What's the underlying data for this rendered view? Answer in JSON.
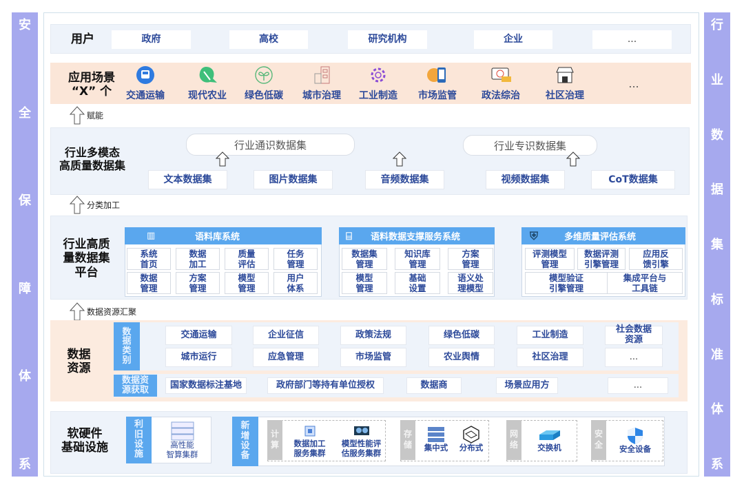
{
  "left_bar": [
    "安",
    "全",
    "保",
    "障",
    "体",
    "系"
  ],
  "right_bar": [
    "行",
    "业",
    "数",
    "据",
    "集",
    "标",
    "准",
    "体",
    "系"
  ],
  "users": {
    "label": "用户",
    "items": [
      "政府",
      "高校",
      "研究机构",
      "企业",
      "..."
    ]
  },
  "scenarios": {
    "label_line1": "应用场景",
    "label_line2": "“X” 个",
    "items": [
      {
        "label": "交通运输",
        "icon": "bus-icon"
      },
      {
        "label": "现代农业",
        "icon": "leaf-icon"
      },
      {
        "label": "绿色低碳",
        "icon": "sprout-icon"
      },
      {
        "label": "城市治理",
        "icon": "building-icon"
      },
      {
        "label": "工业制造",
        "icon": "gear-icon"
      },
      {
        "label": "市场监管",
        "icon": "globe-phone-icon"
      },
      {
        "label": "政法综治",
        "icon": "target-monitor-icon"
      },
      {
        "label": "社区治理",
        "icon": "shop-icon"
      }
    ],
    "more": "..."
  },
  "arrows": {
    "empower": "赋能",
    "classify": "分类加工",
    "aggregate": "数据资源汇聚"
  },
  "datasets": {
    "label_line1": "行业多模态",
    "label_line2": "高质量数据集",
    "general": "行业通识数据集",
    "special": "行业专识数据集",
    "items": [
      "文本数据集",
      "图片数据集",
      "音频数据集",
      "视频数据集",
      "CoT数据集"
    ]
  },
  "platform": {
    "label": [
      "行业高质",
      "量数据集",
      "平台"
    ],
    "corpus": {
      "title": "语料库系统",
      "cells": [
        "系统\n首页",
        "数据\n加工",
        "质量\n评估",
        "任务\n管理",
        "数据\n管理",
        "方案\n管理",
        "模型\n管理",
        "用户\n体系"
      ]
    },
    "support": {
      "title": "语料数据支撑服务系统",
      "cells": [
        "数据集\n管理",
        "知识库\n管理",
        "方案\n管理",
        "模型\n管理",
        "基础\n设置",
        "语义处\n理模型"
      ]
    },
    "quality": {
      "title": "多维质量评估系统",
      "cells": [
        "评测模型\n管理",
        "数据评测\n引擎管理",
        "应用反\n馈引擎",
        "模型验证\n引擎管理",
        "集成平台与\n工具链"
      ]
    }
  },
  "resources": {
    "label_line1": "数据",
    "label_line2": "资源",
    "category_label": "数\n据\n类\n别",
    "categories": [
      "交通运输",
      "企业征信",
      "政策法规",
      "绿色低碳",
      "工业制造",
      "社会数据\n资源",
      "城市运行",
      "应急管理",
      "市场监管",
      "农业舆情",
      "社区治理",
      "..."
    ],
    "acquire_label": "数据资\n源获取",
    "acquire": [
      "国家数据标注基地",
      "政府部门等持有单位授权",
      "数据商",
      "场景应用方",
      "..."
    ]
  },
  "infra": {
    "label_line1": "软硬件",
    "label_line2": "基础设施",
    "reuse_label": "利\n旧\n设\n施",
    "reuse_item": "高性能\n智算集群",
    "new_label": "新\n增\n设\n备",
    "compute_label": "计\n算",
    "compute": [
      "数据加工\n服务集群",
      "模型性能评\n估服务集群"
    ],
    "storage_label": "存\n储",
    "storage": [
      "集中式",
      "分布式"
    ],
    "network_label": "网\n络",
    "network": [
      "交换机"
    ],
    "security_label": "安\n全",
    "security": [
      "安全设备"
    ]
  },
  "colors": {
    "side": "#a6a9ee",
    "accent": "#5aa7ee",
    "text_blue": "#2d4a9a",
    "orange": "#fbe6d8"
  }
}
